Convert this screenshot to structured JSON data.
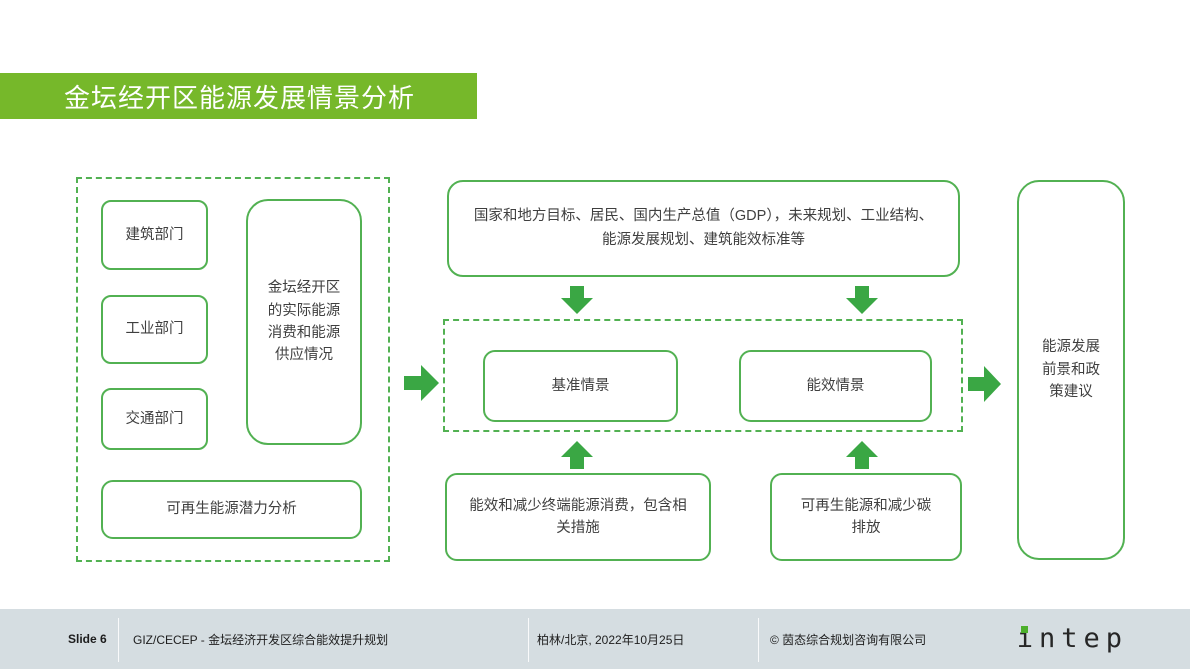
{
  "title": "金坛经开区能源发展情景分析",
  "colors": {
    "banner_green": "#76B82A",
    "line_green": "#52B152",
    "arrow_green": "#3AA744",
    "footer_bg": "#D5DDE1",
    "logo_dot": "#4CAF2B"
  },
  "diagram": {
    "sectors": [
      "建筑部门",
      "工业部门",
      "交通部门"
    ],
    "actual_supply": "金坛经开区的实际能源消费和能源供应情况",
    "renewable_potential": "可再生能源潜力分析",
    "drivers": "国家和地方目标、居民、国内生产总值（GDP），未来规划、工业结构、能源发展规划、建筑能效标准等",
    "scenarios": [
      "基准情景",
      "能效情景"
    ],
    "measure_efficiency": "能效和减少终端能源消费，包含相关措施",
    "measure_renewable": "可再生能源和减少碳排放",
    "output": "能源发展前景和政策建议"
  },
  "footer": {
    "slide": "Slide 6",
    "project": "GIZ/CECEP - 金坛经济开发区综合能效提升规划",
    "date": "柏林/北京, 2022年10月25日",
    "copyright": "© 茵态综合规划咨询有限公司",
    "logo": "intep"
  }
}
